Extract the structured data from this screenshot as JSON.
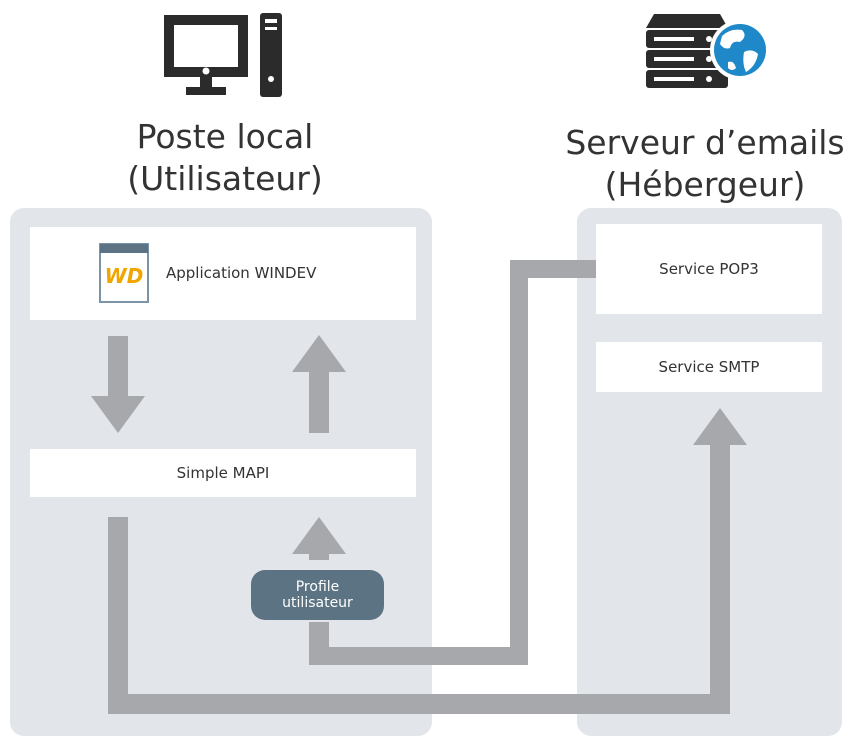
{
  "titles": {
    "left_line1": "Poste local",
    "left_line2": "(Utilisateur)",
    "right_line1": "Serveur d’emails",
    "right_line2": "(Hébergeur)"
  },
  "boxes": {
    "application": "Application WINDEV",
    "simple_mapi": "Simple MAPI",
    "pop3": "Service POP3",
    "smtp": "Service SMTP"
  },
  "profile": {
    "line1": "Profile",
    "line2": "utilisateur"
  },
  "app_logo_text": "WD",
  "icons": {
    "local": "desktop-computer-icon",
    "server": "server-globe-icon",
    "app": "windev-document-icon"
  },
  "colors": {
    "panel": "#e2e5ea",
    "arrow": "#a6a8ab",
    "badge": "#5c7383",
    "logo": "#f0a500",
    "globe": "#1e88c8"
  }
}
